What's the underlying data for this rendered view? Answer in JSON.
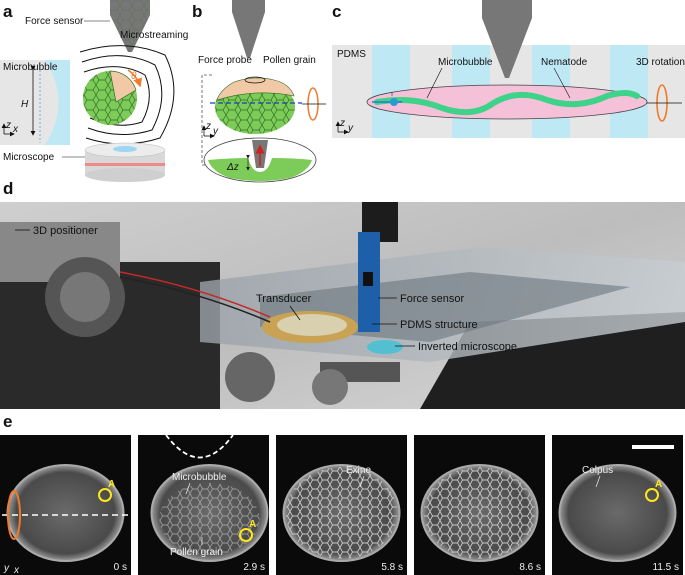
{
  "panels": {
    "a": "a",
    "b": "b",
    "c": "c",
    "d": "d",
    "e": "e"
  },
  "panel_a": {
    "force_sensor": "Force sensor",
    "microstreaming": "Microstreaming",
    "microbubble": "Microbubble",
    "height": "H",
    "theta": "θ",
    "microscope": "Microscope",
    "axis_z": "z",
    "axis_x": "x"
  },
  "panel_b": {
    "force_probe": "Force probe",
    "pollen_grain": "Pollen grain",
    "delta_z": "Δz",
    "axis_z": "z",
    "axis_y": "y"
  },
  "panel_c": {
    "pdms": "PDMS",
    "microbubble": "Microbubble",
    "nematode": "Nematode",
    "rotation_3d": "3D rotation",
    "axis_z": "z",
    "axis_y": "y"
  },
  "panel_d": {
    "positioner": "3D positioner",
    "transducer": "Transducer",
    "force_sensor": "Force sensor",
    "pdms_structure": "PDMS structure",
    "inverted_microscope": "Inverted microscope"
  },
  "panel_e": {
    "frames": [
      {
        "time": "0 s",
        "marker": "A"
      },
      {
        "time": "2.9 s",
        "marker": "A",
        "label_top": "Microbubble",
        "label_bottom": "Pollen grain"
      },
      {
        "time": "5.8 s",
        "label_top": "Exine"
      },
      {
        "time": "8.6 s"
      },
      {
        "time": "11.5 s",
        "marker": "A",
        "label_top": "Colpus"
      }
    ],
    "axis_y": "y",
    "axis_x": "x"
  },
  "colors": {
    "pollen_green": "#7dcc5a",
    "bubble_blue": "#bfe8f5",
    "accent_orange": "#f07a2a",
    "nematode_green": "#3fd38a",
    "nematode_pink": "#f4c1d8",
    "marker_yellow": "#ffe81a"
  }
}
